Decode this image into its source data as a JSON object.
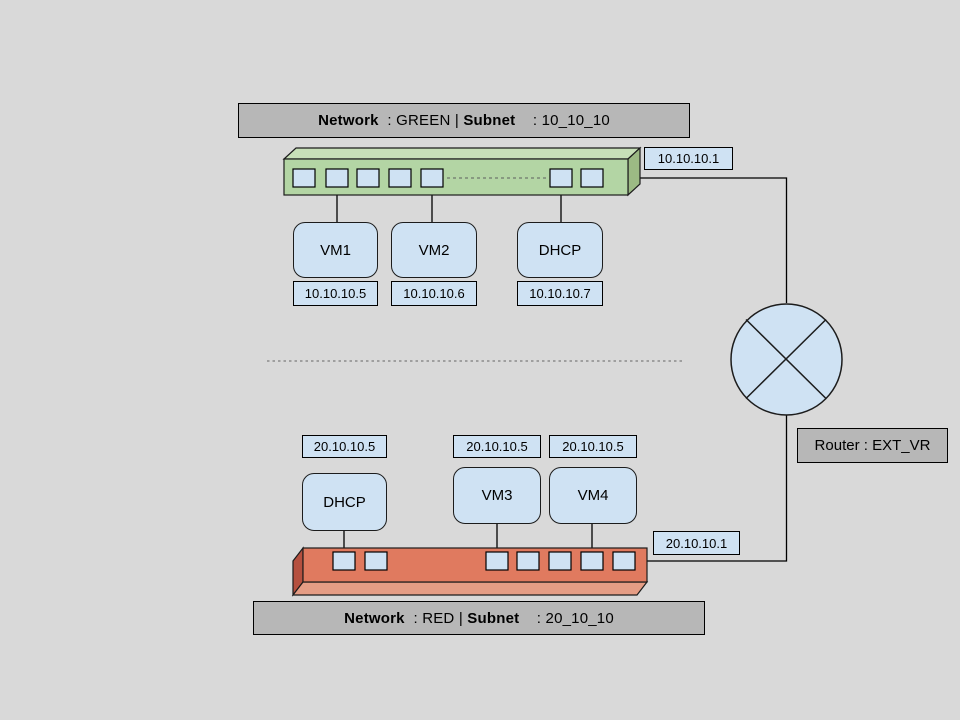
{
  "colors": {
    "background": "#d9d9d9",
    "node_fill": "#cfe2f3",
    "banner_fill": "#b7b7b7",
    "green_switch_front": "#b3d5a4",
    "green_switch_top": "#c7e0b8",
    "green_switch_side": "#9cba84",
    "red_switch_front": "#e07a5f",
    "red_switch_bottom": "#e59d85",
    "red_switch_side": "#b5503f"
  },
  "green_network": {
    "banner_parts": [
      "Network",
      "  : GREEN | ",
      "Subnet",
      "    : 10_10_10"
    ],
    "gateway_ip": "10.10.10.1",
    "nodes": [
      {
        "name": "VM1",
        "ip": "10.10.10.5"
      },
      {
        "name": "VM2",
        "ip": "10.10.10.6"
      },
      {
        "name": "DHCP",
        "ip": "10.10.10.7"
      }
    ]
  },
  "red_network": {
    "banner_parts": [
      "Network",
      "  : RED | ",
      "Subnet",
      "    : 20_10_10"
    ],
    "gateway_ip": "20.10.10.1",
    "nodes": [
      {
        "name": "DHCP",
        "ip": "20.10.10.5"
      },
      {
        "name": "VM3",
        "ip": "20.10.10.5"
      },
      {
        "name": "VM4",
        "ip": "20.10.10.5"
      }
    ]
  },
  "router": {
    "label": "Router : EXT_VR"
  }
}
